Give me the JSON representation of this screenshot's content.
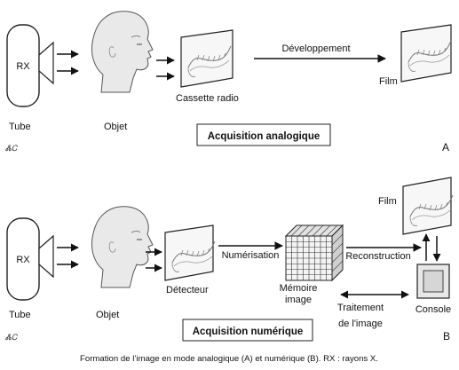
{
  "section_a": {
    "tube_label": "RX",
    "tube_caption": "Tube",
    "object_caption": "Objet",
    "cassette_caption": "Cassette radio",
    "process_label": "Développement",
    "output_caption": "Film",
    "box_title": "Acquisition analogique",
    "panel_letter": "A",
    "signature": "ᏜᏟ"
  },
  "section_b": {
    "tube_label": "RX",
    "tube_caption": "Tube",
    "object_caption": "Objet",
    "detector_caption": "Détecteur",
    "step1_label": "Numérisation",
    "memory_caption_line1": "Mémoire",
    "memory_caption_line2": "image",
    "step2_label": "Reconstruction",
    "film_caption": "Film",
    "console_caption": "Console",
    "processing_line1": "Traitement",
    "processing_line2": "de l'image",
    "box_title": "Acquisition numérique",
    "panel_letter": "B",
    "signature": "ᏜᏟ"
  },
  "caption": "Formation de l’image en mode analogique (A) et numérique (B). RX : rayons X."
}
